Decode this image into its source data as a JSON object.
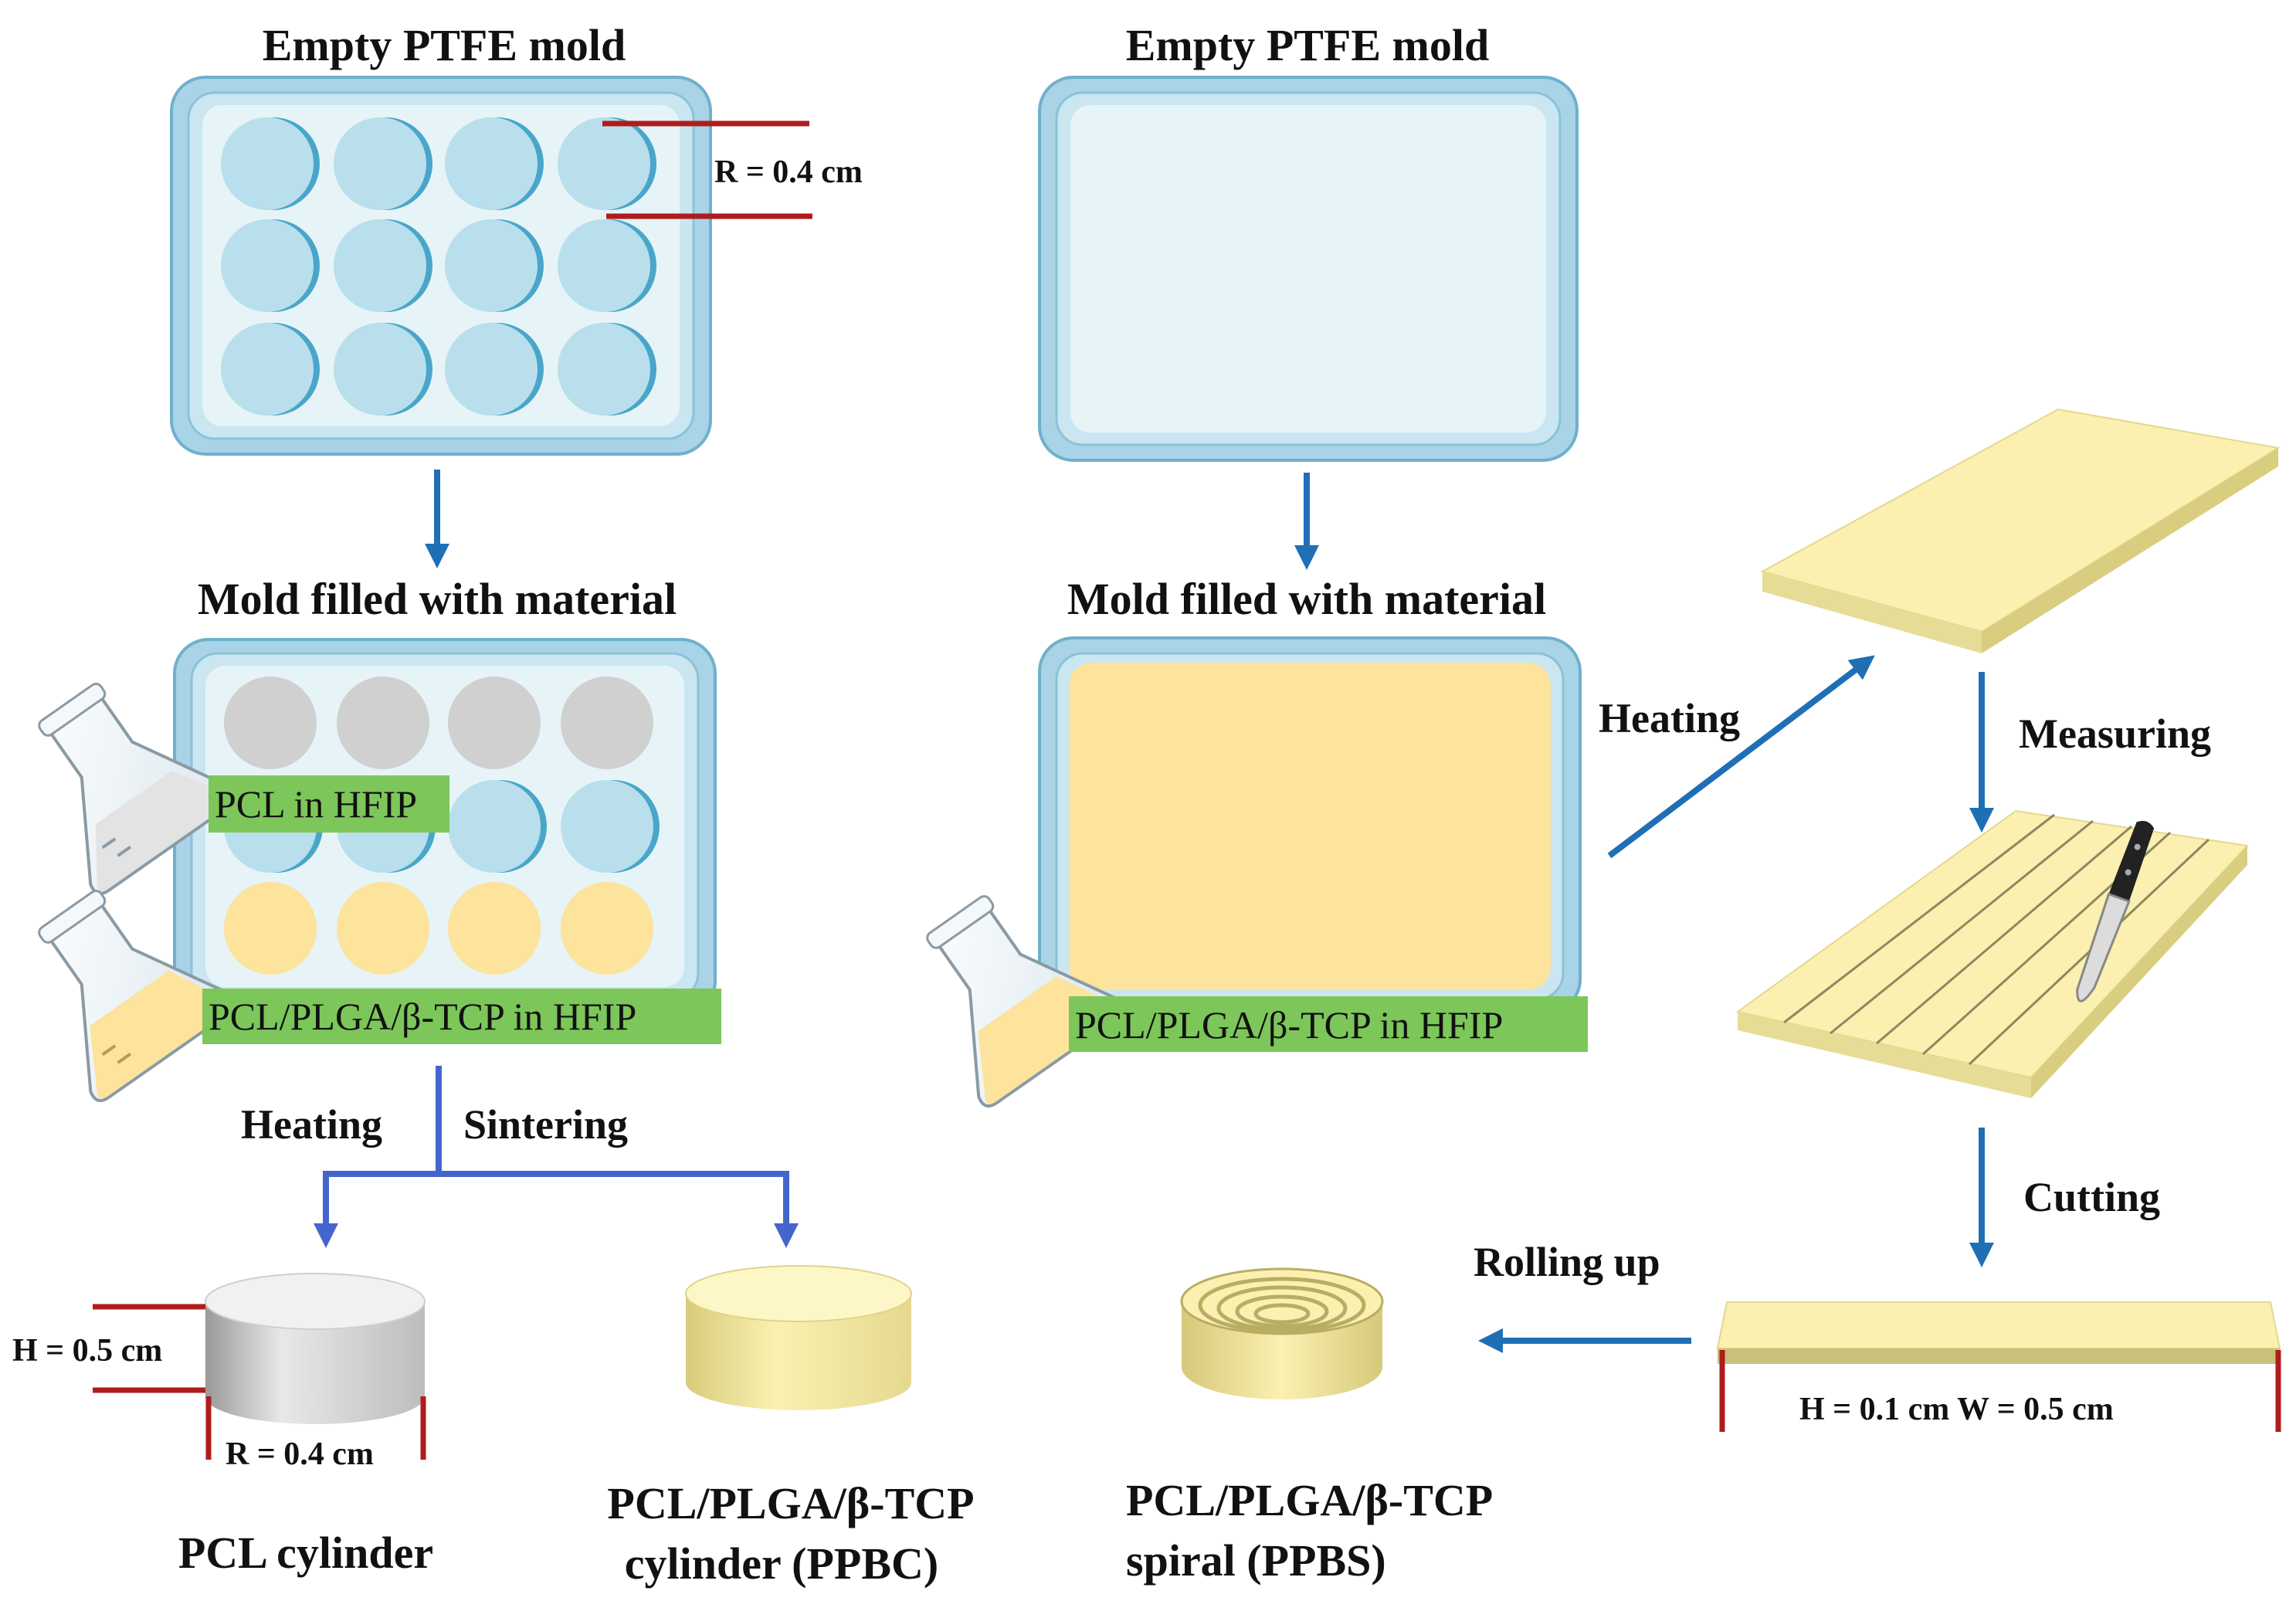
{
  "labels": {
    "left_empty_title": "Empty PTFE mold",
    "right_empty_title": "Empty PTFE mold",
    "radius_top": "R = 0.4 cm",
    "left_filled_title": "Mold filled with material",
    "right_filled_title": "Mold filled with material",
    "pcl_hfip": "PCL in HFIP",
    "composite_hfip_left": "PCL/PLGA/β-TCP  in HFIP",
    "composite_hfip_right": "PCL/PLGA/β-TCP  in HFIP",
    "heating_left": "Heating",
    "sintering": "Sintering",
    "heating_right": "Heating",
    "measuring": "Measuring",
    "cutting": "Cutting",
    "rolling_up": "Rolling up",
    "cyl_height": "H = 0.5 cm",
    "cyl_radius": "R = 0.4 cm",
    "strip_dims": "H = 0.1 cm   W = 0.5 cm",
    "pcl_cylinder": "PCL cylinder",
    "ppbc_line1": "PCL/PLGA/β-TCP",
    "ppbc_line2": "cylinder (PPBC)",
    "ppbs_line1": "PCL/PLGA/β-TCP",
    "ppbs_line2": "spiral (PPBS)"
  },
  "colors": {
    "mold_frame": "#a9d3e6",
    "mold_inner": "#e6f4f8",
    "well_shadow": "#4aa6c9",
    "well_light": "#b9dfec",
    "pcl_gray": "#d0d0d0",
    "composite_yellow": "#fde39b",
    "sheet_yellow": "#fbf0b0",
    "chip_green": "#7cc65a",
    "arrow_blue": "#1f6fb5",
    "dim_red": "#b01c1c"
  },
  "icons": [
    "flask-icon",
    "knife-icon"
  ]
}
